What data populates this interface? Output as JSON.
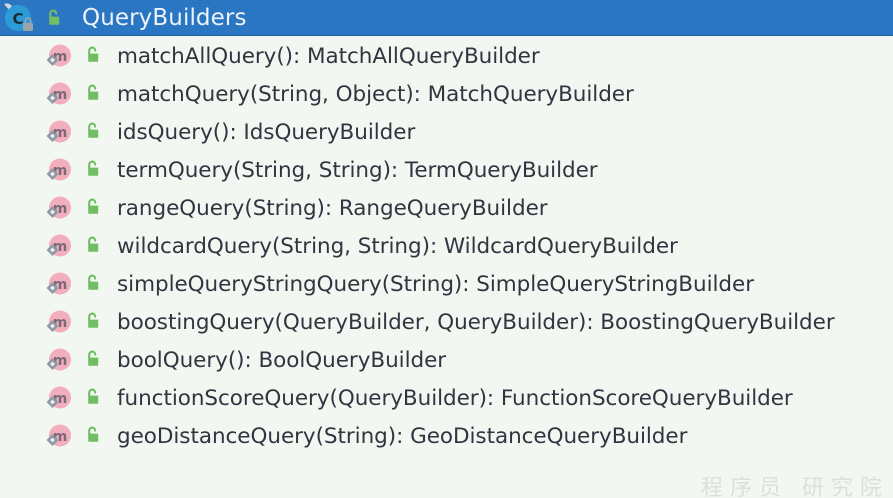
{
  "popup": {
    "kind": "code-completion-list",
    "background_color": "#f2f7f2",
    "text_color": "#2f3640"
  },
  "header": {
    "title": "QueryBuilders",
    "icon": "class-icon",
    "lock_icon": "public-unlocked-icon",
    "background_color": "#2a76c2",
    "text_color": "#ecf3fb"
  },
  "icons": {
    "class_letter": "C",
    "method_letter": "m",
    "method_circle_color": "#f2aebc",
    "class_circle_color": "#39a0dc",
    "lock_color": "#70bd62"
  },
  "rows": [
    {
      "icon": "method-icon",
      "lock": "public-unlocked-icon",
      "label": "matchAllQuery(): MatchAllQueryBuilder"
    },
    {
      "icon": "method-icon",
      "lock": "public-unlocked-icon",
      "label": "matchQuery(String, Object): MatchQueryBuilder"
    },
    {
      "icon": "method-icon",
      "lock": "public-unlocked-icon",
      "label": "idsQuery(): IdsQueryBuilder"
    },
    {
      "icon": "method-icon",
      "lock": "public-unlocked-icon",
      "label": "termQuery(String, String): TermQueryBuilder"
    },
    {
      "icon": "method-icon",
      "lock": "public-unlocked-icon",
      "label": "rangeQuery(String): RangeQueryBuilder"
    },
    {
      "icon": "method-icon",
      "lock": "public-unlocked-icon",
      "label": "wildcardQuery(String, String): WildcardQueryBuilder"
    },
    {
      "icon": "method-icon",
      "lock": "public-unlocked-icon",
      "label": "simpleQueryStringQuery(String): SimpleQueryStringBuilder"
    },
    {
      "icon": "method-icon",
      "lock": "public-unlocked-icon",
      "label": "boostingQuery(QueryBuilder, QueryBuilder): BoostingQueryBuilder"
    },
    {
      "icon": "method-icon",
      "lock": "public-unlocked-icon",
      "label": "boolQuery(): BoolQueryBuilder"
    },
    {
      "icon": "method-icon",
      "lock": "public-unlocked-icon",
      "label": "functionScoreQuery(QueryBuilder): FunctionScoreQueryBuilder"
    },
    {
      "icon": "method-icon",
      "lock": "public-unlocked-icon",
      "label": "geoDistanceQuery(String): GeoDistanceQueryBuilder"
    }
  ],
  "watermark": {
    "text": "程序员 研究院"
  }
}
